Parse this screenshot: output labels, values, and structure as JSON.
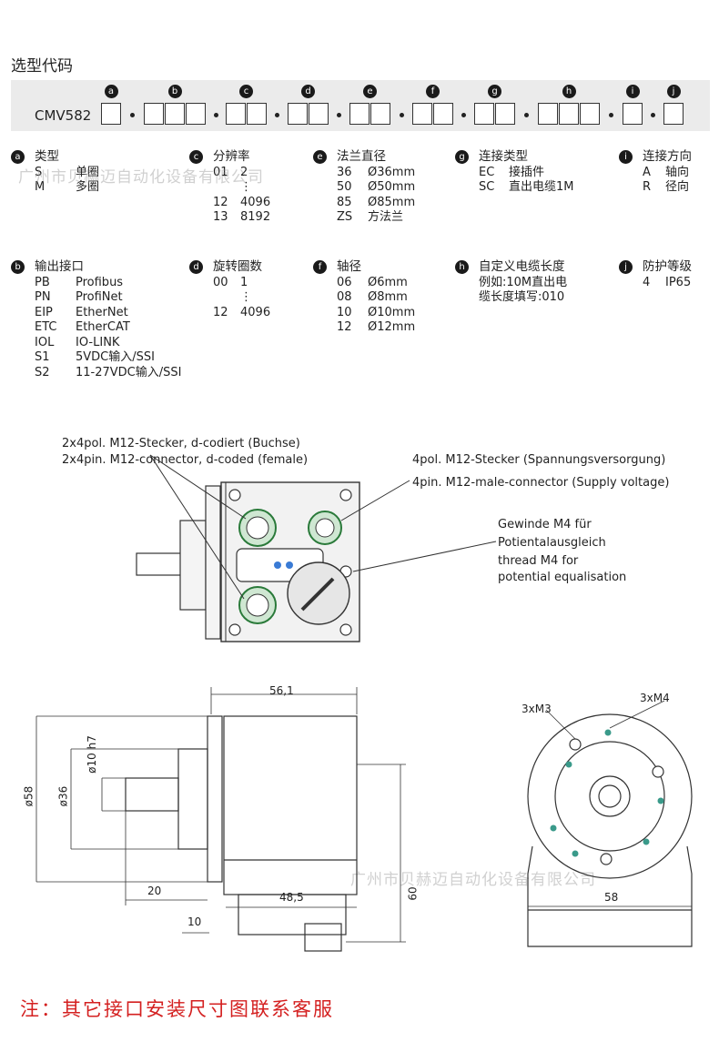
{
  "title": "选型代码",
  "code": {
    "prefix": "CMV582",
    "letters": [
      "a",
      "b",
      "c",
      "d",
      "e",
      "f",
      "g",
      "h",
      "i",
      "j"
    ]
  },
  "sections": {
    "a": {
      "heading": "类型",
      "rows": [
        [
          "S",
          "单圈"
        ],
        [
          "M",
          "多圈"
        ]
      ]
    },
    "b": {
      "heading": "输出接口",
      "rows": [
        [
          "PB",
          "Profibus"
        ],
        [
          "PN",
          "ProfiNet"
        ],
        [
          "EIP",
          "EtherNet"
        ],
        [
          "ETC",
          "EtherCAT"
        ],
        [
          "IOL",
          "IO-LINK"
        ],
        [
          "S1",
          "5VDC输入/SSI"
        ],
        [
          "S2",
          "11-27VDC输入/SSI"
        ]
      ]
    },
    "c": {
      "heading": "分辨率",
      "rows": [
        [
          "01",
          "2"
        ],
        [
          "",
          "⋮"
        ],
        [
          "12",
          "4096"
        ],
        [
          "13",
          "8192"
        ]
      ]
    },
    "d": {
      "heading": "旋转圈数",
      "rows": [
        [
          "00",
          "1"
        ],
        [
          "",
          "⋮"
        ],
        [
          "12",
          "4096"
        ]
      ]
    },
    "e": {
      "heading": "法兰直径",
      "rows": [
        [
          "36",
          "Ø36mm"
        ],
        [
          "50",
          "Ø50mm"
        ],
        [
          "85",
          "Ø85mm"
        ],
        [
          "ZS",
          "方法兰"
        ]
      ]
    },
    "f": {
      "heading": "轴径",
      "rows": [
        [
          "06",
          "Ø6mm"
        ],
        [
          "08",
          "Ø8mm"
        ],
        [
          "10",
          "Ø10mm"
        ],
        [
          "12",
          "Ø12mm"
        ]
      ]
    },
    "g": {
      "heading": "连接类型",
      "rows": [
        [
          "EC",
          "接插件"
        ],
        [
          "SC",
          "直出电缆1M"
        ]
      ]
    },
    "h": {
      "heading": "自定义电缆长度",
      "lines": [
        "例如:10M直出电",
        "缆长度填写:010"
      ]
    },
    "i": {
      "heading": "连接方向",
      "rows": [
        [
          "A",
          "轴向"
        ],
        [
          "R",
          "径向"
        ]
      ]
    },
    "j": {
      "heading": "防护等级",
      "rows": [
        [
          "4",
          "IP65"
        ]
      ]
    }
  },
  "callouts": {
    "left_line1": "2x4pol. M12-Stecker, d-codiert (Buchse)",
    "left_line2": "2x4pin. M12-connector, d-coded (female)",
    "right_line1": "4pol. M12-Stecker (Spannungsversorgung)",
    "right_line2": "4pin. M12-male-connector (Supply voltage)",
    "thread_line1": "Gewinde M4 für",
    "thread_line2": "Potientalausgleich",
    "thread_line3": "thread M4 for",
    "thread_line4": "potential equalisation"
  },
  "dimensions": {
    "d561": "56,1",
    "d58": "ø58",
    "d36": "ø36",
    "d10h7": "ø10 h7",
    "d20": "20",
    "d485": "48,5",
    "d10": "10",
    "d60": "60",
    "front58": "58",
    "m3": "3xM3",
    "m4": "3xM4"
  },
  "watermark": "广州市贝赫迈自动化设备有限公司",
  "note": "注：其它接口安装尺寸图联系客服"
}
